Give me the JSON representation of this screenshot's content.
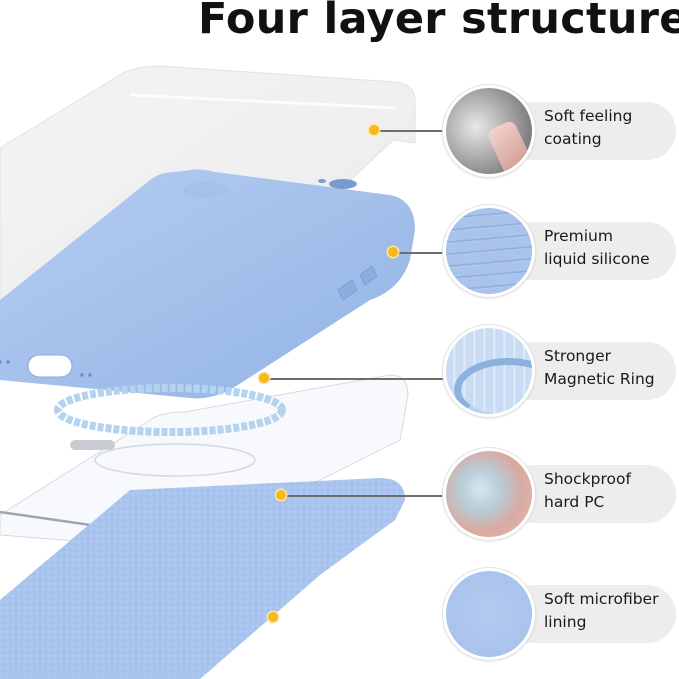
{
  "title": "Four layer structure",
  "colors": {
    "silicone_blue": "#9fbde9",
    "microfiber_blue": "#a8c4ee",
    "pill_background": "#ededed",
    "marker_dot": "#f6b81c",
    "connector_line": "#6e6e6e"
  },
  "features": [
    {
      "line1": "Soft feeling",
      "line2": "coating",
      "icon": "spray-coating-icon"
    },
    {
      "line1": "Premium",
      "line2": "liquid silicone",
      "icon": "liquid-silicone-icon"
    },
    {
      "line1": "Stronger",
      "line2": "Magnetic Ring",
      "icon": "magnetic-ring-icon"
    },
    {
      "line1": "Shockproof",
      "line2": "hard PC",
      "icon": "pc-pellets-icon"
    },
    {
      "line1": "Soft microfiber",
      "line2": "lining",
      "icon": "microfiber-icon"
    }
  ]
}
